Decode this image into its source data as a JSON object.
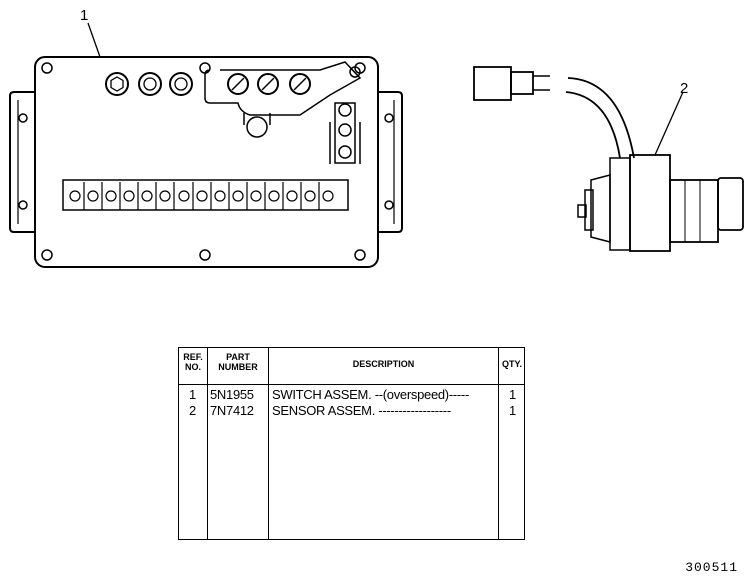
{
  "callouts": {
    "item1": "1",
    "item2": "2"
  },
  "table": {
    "headers": {
      "ref_no": "REF. NO.",
      "part_number": "PART NUMBER",
      "description": "DESCRIPTION",
      "qty": "QTY."
    },
    "rows": [
      {
        "ref": "1",
        "part": "5N1955",
        "description": "SWITCH ASSEM. --(overspeed)-----",
        "qty": "1"
      },
      {
        "ref": "2",
        "part": "7N7412",
        "description": "SENSOR ASSEM. ------------------",
        "qty": "1"
      }
    ]
  },
  "drawing_number": "300511"
}
